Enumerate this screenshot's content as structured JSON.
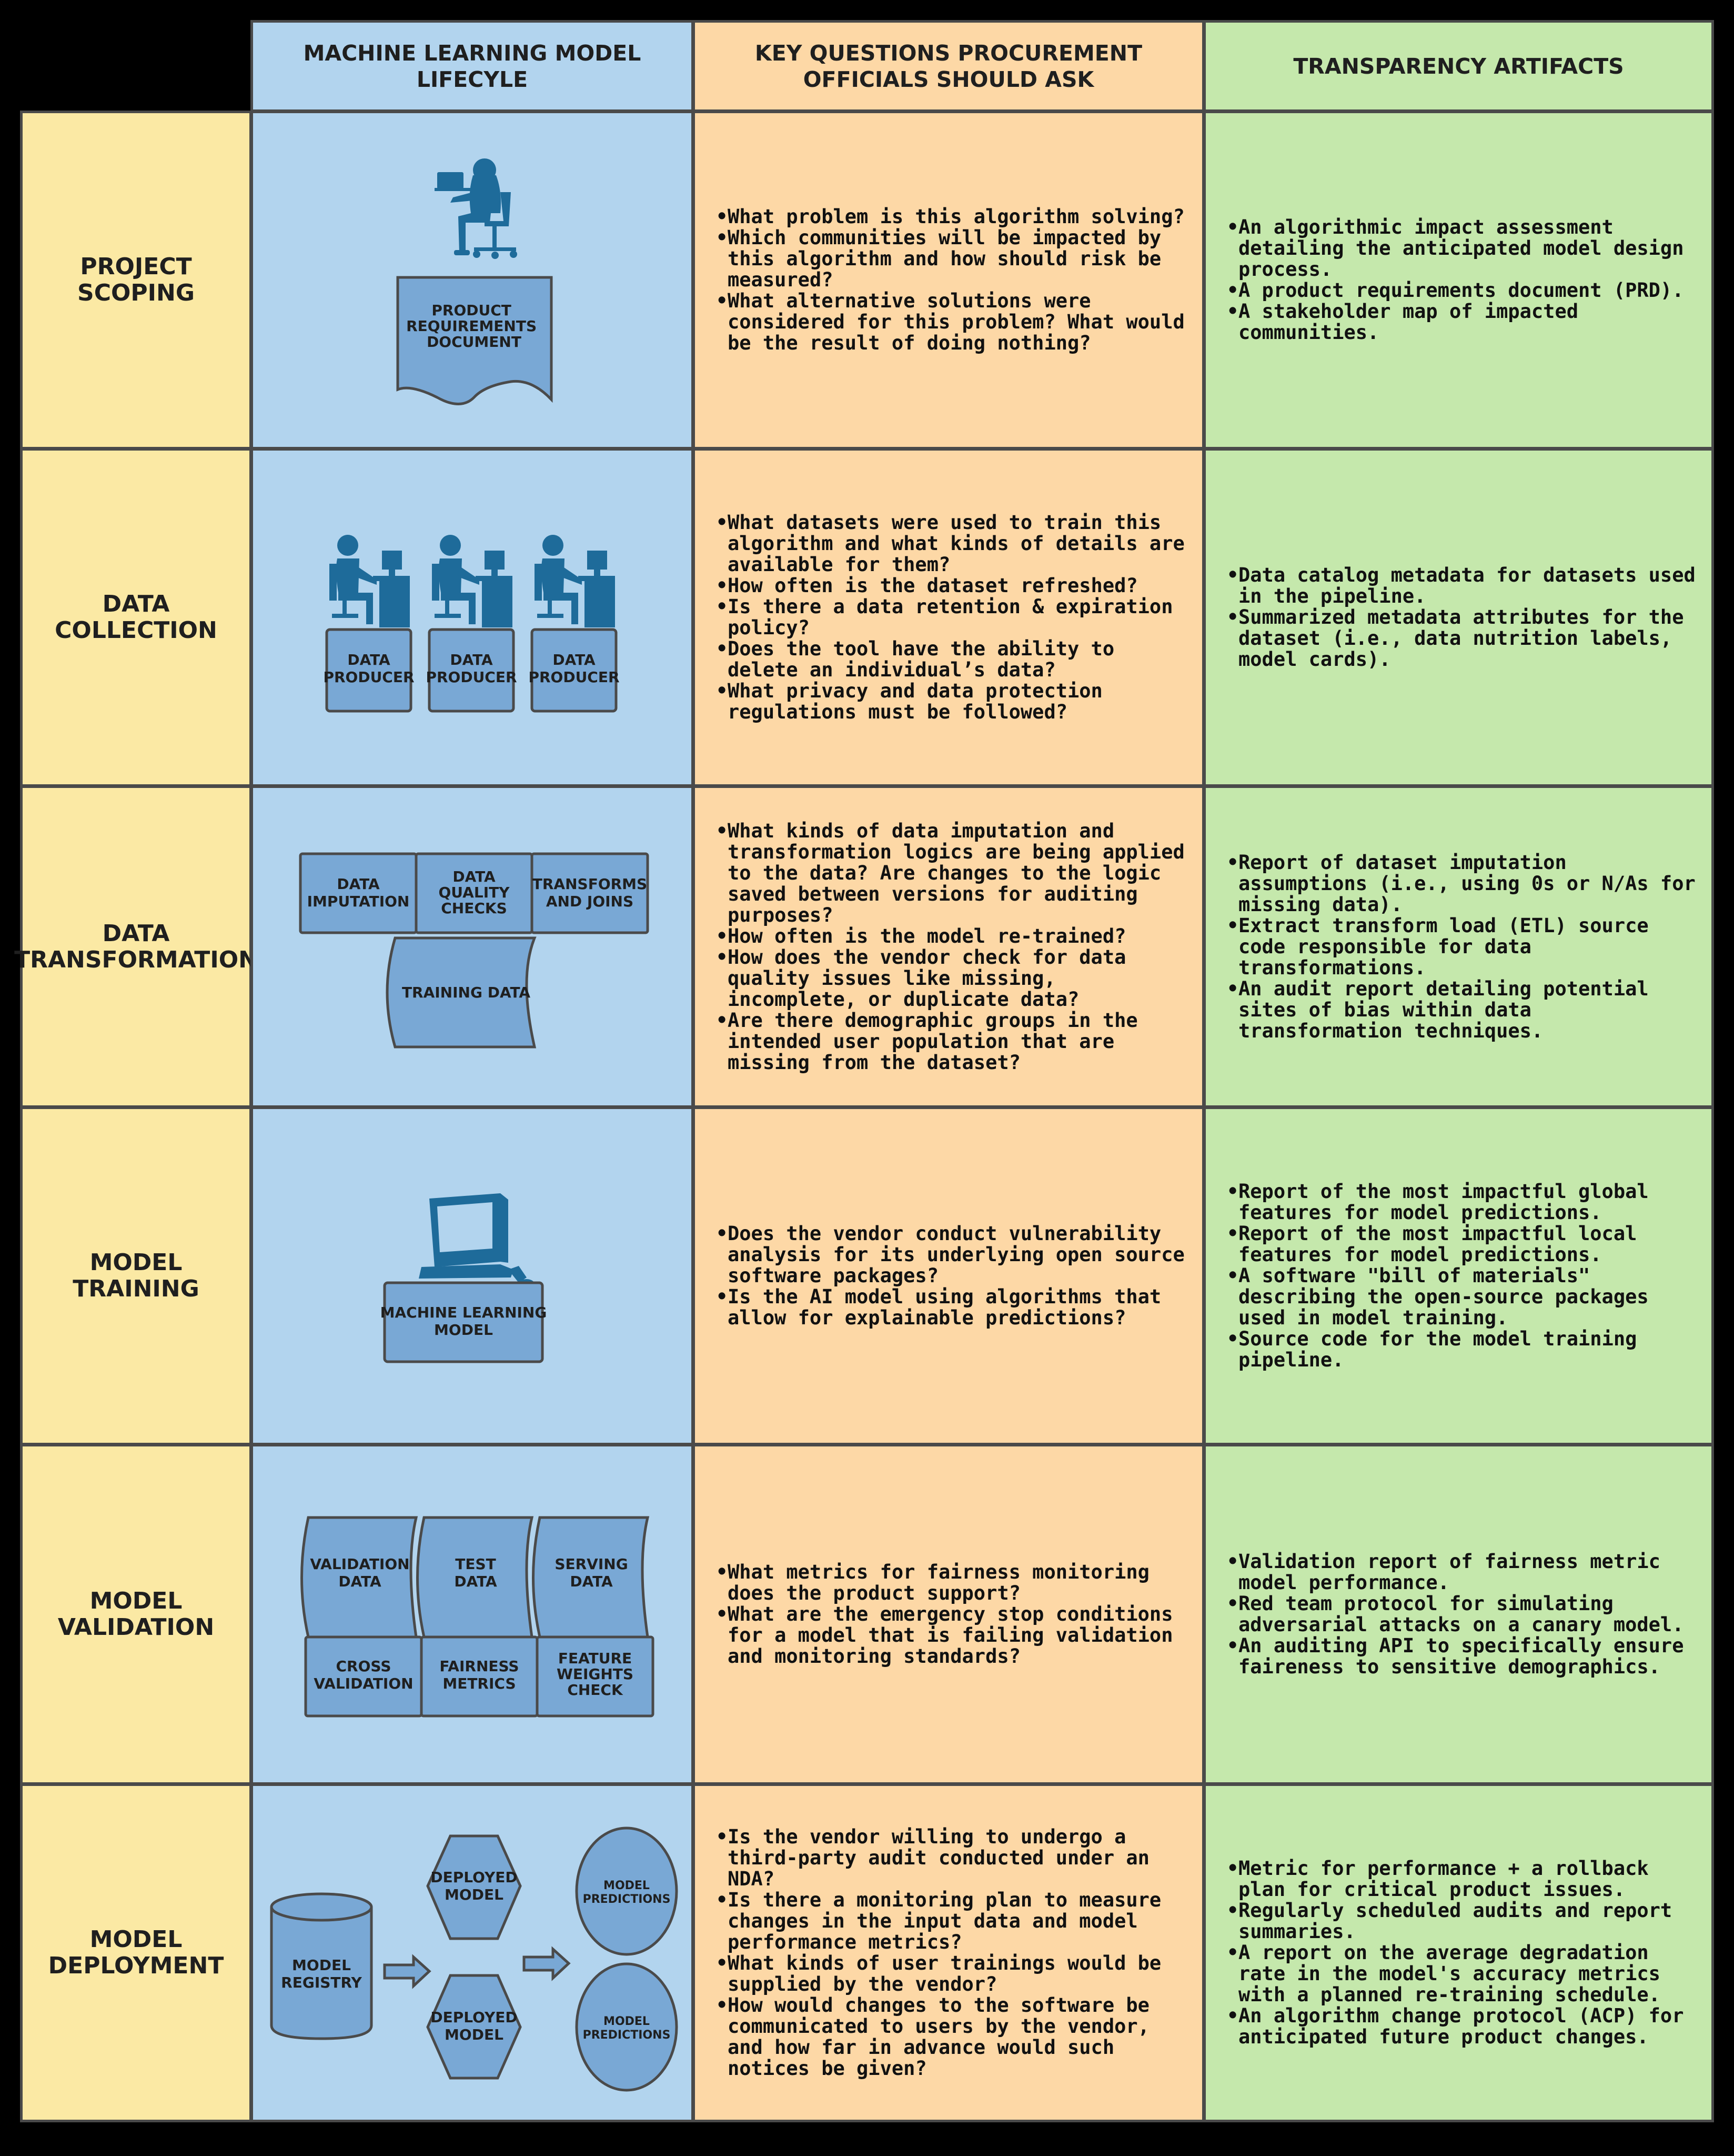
{
  "headers": {
    "lifecycle": "MACHINE LEARNING MODEL LIFECYLE",
    "questions": "KEY QUESTIONS PROCUREMENT OFFICIALS SHOULD ASK",
    "artifacts": "TRANSPARENCY ARTIFACTS"
  },
  "rows": [
    {
      "stage": "PROJECT\nSCOPING",
      "diagram": {
        "doc": "PRODUCT\nREQUIREMENTS\nDOCUMENT"
      },
      "questions": [
        "What problem is this algorithm solving?",
        "Which communities will be impacted by this algorithm and how should risk be measured?",
        "What alternative solutions were considered for this problem? What would be the result of doing nothing?"
      ],
      "artifacts": [
        "An algorithmic impact assessment detailing the anticipated model design process.",
        "A product requirements document (PRD).",
        "A stakeholder map of impacted communities."
      ]
    },
    {
      "stage": "DATA\nCOLLECTION",
      "diagram": {
        "producer": "DATA\nPRODUCER"
      },
      "questions": [
        "What datasets were used to train this algorithm and what kinds of details are available for them?",
        "How often is the dataset refreshed?",
        "Is there a data retention & expiration policy?",
        "Does the tool have the ability to delete an individual’s data?",
        "What privacy and data protection regulations must be followed?"
      ],
      "artifacts": [
        "Data catalog metadata for datasets used in the pipeline.",
        "Summarized metadata attributes for the dataset (i.e., data nutrition labels, model cards)."
      ]
    },
    {
      "stage": "DATA\nTRANSFORMATION",
      "diagram": {
        "imputation": "DATA\nIMPUTATION",
        "quality": "DATA\nQUALITY\nCHECKS",
        "transforms": "TRANSFORMS\nAND JOINS",
        "training": "TRAINING DATA"
      },
      "questions": [
        "What kinds of data imputation and transformation logics are being applied to the data? Are changes to the logic saved between versions for auditing purposes?",
        "How often is the model re-trained?",
        "How does the vendor check for data quality issues like missing, incomplete, or duplicate data?",
        "Are there demographic groups in the intended user population that are missing from the dataset?"
      ],
      "artifacts": [
        "Report of dataset imputation assumptions (i.e., using 0s or N/As for missing data).",
        "Extract transform load (ETL) source code responsible for data transformations.",
        "An audit report detailing potential sites of bias within data transformation techniques."
      ]
    },
    {
      "stage": "MODEL TRAINING",
      "diagram": {
        "model": "MACHINE LEARNING\nMODEL"
      },
      "questions": [
        "Does the vendor conduct vulnerability analysis for its underlying open source software packages?",
        "Is the AI model using algorithms that allow for explainable predictions?"
      ],
      "artifacts": [
        "Report of the most impactful global features for model predictions.",
        "Report of the most impactful local features for model predictions.",
        "A software \"bill of materials\" describing the open-source packages used in model training.",
        "Source code for the model training pipeline."
      ]
    },
    {
      "stage": "MODEL\nVALIDATION",
      "diagram": {
        "validation": "VALIDATION\nDATA",
        "test": "TEST\nDATA",
        "serving": "SERVING\nDATA",
        "cross": "CROSS\nVALIDATION",
        "fairness": "FAIRNESS\nMETRICS",
        "feature": "FEATURE\nWEIGHTS\nCHECK"
      },
      "questions": [
        "What metrics for fairness monitoring does the product support?",
        "What are the emergency stop conditions for a model that is failing validation and monitoring standards?"
      ],
      "artifacts": [
        "Validation report of fairness metric model performance.",
        "Red team protocol for simulating adversarial attacks on a canary model.",
        "An auditing API to specifically ensure faireness to sensitive demographics."
      ]
    },
    {
      "stage": "MODEL\nDEPLOYMENT",
      "diagram": {
        "registry": "MODEL\nREGISTRY",
        "deployed": "DEPLOYED\nMODEL",
        "predictions": "MODEL\nPREDICTIONS"
      },
      "questions": [
        "Is the vendor willing to undergo a third-party audit conducted under an NDA?",
        "Is there a monitoring plan to measure changes in the input data and model performance metrics?",
        "What kinds of user trainings would be supplied by the vendor?",
        "How would changes to the software be communicated to users by the vendor, and how far in advance would such notices be given?"
      ],
      "artifacts": [
        "Metric for performance + a rollback plan for critical product issues.",
        "Regularly scheduled audits and report summaries.",
        "A report on the average degradation rate in the model's accuracy metrics with a planned re-training schedule.",
        "An algorithm change protocol (ACP) for anticipated future product changes."
      ]
    }
  ]
}
